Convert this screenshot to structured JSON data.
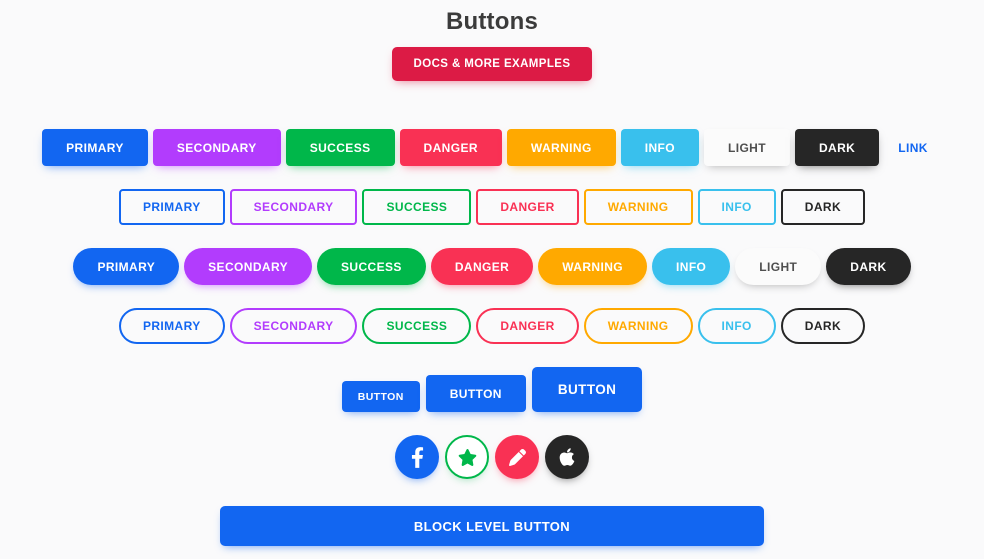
{
  "page": {
    "title": "Buttons",
    "background": "#FAFAFB"
  },
  "colors": {
    "primary": "#1266F1",
    "secondary": "#B23CFD",
    "success": "#00B74A",
    "danger": "#F93154",
    "warning": "#FFA900",
    "info": "#39C0ED",
    "light": "#FBFBFB",
    "dark": "#262626",
    "docs_button": "#DC1B45",
    "link_text": "#1266F1",
    "light_button_text": "#4F4F4F"
  },
  "docs_button": {
    "label": "DOCS & MORE EXAMPLES"
  },
  "solid_row": {
    "buttons": [
      {
        "label": "PRIMARY",
        "variant": "primary"
      },
      {
        "label": "SECONDARY",
        "variant": "secondary"
      },
      {
        "label": "SUCCESS",
        "variant": "success"
      },
      {
        "label": "DANGER",
        "variant": "danger"
      },
      {
        "label": "WARNING",
        "variant": "warning"
      },
      {
        "label": "INFO",
        "variant": "info"
      },
      {
        "label": "LIGHT",
        "variant": "light"
      },
      {
        "label": "DARK",
        "variant": "dark"
      }
    ],
    "link_label": "LINK"
  },
  "outline_row": {
    "buttons": [
      {
        "label": "PRIMARY",
        "variant": "primary"
      },
      {
        "label": "SECONDARY",
        "variant": "secondary"
      },
      {
        "label": "SUCCESS",
        "variant": "success"
      },
      {
        "label": "DANGER",
        "variant": "danger"
      },
      {
        "label": "WARNING",
        "variant": "warning"
      },
      {
        "label": "INFO",
        "variant": "info"
      },
      {
        "label": "DARK",
        "variant": "dark"
      }
    ]
  },
  "rounded_row": {
    "buttons": [
      {
        "label": "PRIMARY",
        "variant": "primary"
      },
      {
        "label": "SECONDARY",
        "variant": "secondary"
      },
      {
        "label": "SUCCESS",
        "variant": "success"
      },
      {
        "label": "DANGER",
        "variant": "danger"
      },
      {
        "label": "WARNING",
        "variant": "warning"
      },
      {
        "label": "INFO",
        "variant": "info"
      },
      {
        "label": "LIGHT",
        "variant": "light"
      },
      {
        "label": "DARK",
        "variant": "dark"
      }
    ]
  },
  "rounded_outline_row": {
    "buttons": [
      {
        "label": "PRIMARY",
        "variant": "primary"
      },
      {
        "label": "SECONDARY",
        "variant": "secondary"
      },
      {
        "label": "SUCCESS",
        "variant": "success"
      },
      {
        "label": "DANGER",
        "variant": "danger"
      },
      {
        "label": "WARNING",
        "variant": "warning"
      },
      {
        "label": "INFO",
        "variant": "info"
      },
      {
        "label": "DARK",
        "variant": "dark"
      }
    ]
  },
  "size_row": {
    "buttons": [
      {
        "label": "BUTTON",
        "size": "small"
      },
      {
        "label": "BUTTON",
        "size": "medium"
      },
      {
        "label": "BUTTON",
        "size": "large"
      }
    ]
  },
  "icon_row": {
    "buttons": [
      {
        "icon": "facebook-icon",
        "variant": "primary"
      },
      {
        "icon": "star-icon",
        "variant": "success-outline"
      },
      {
        "icon": "pencil-icon",
        "variant": "danger"
      },
      {
        "icon": "apple-icon",
        "variant": "dark"
      }
    ]
  },
  "block_button": {
    "label": "BLOCK LEVEL BUTTON",
    "variant": "primary"
  }
}
